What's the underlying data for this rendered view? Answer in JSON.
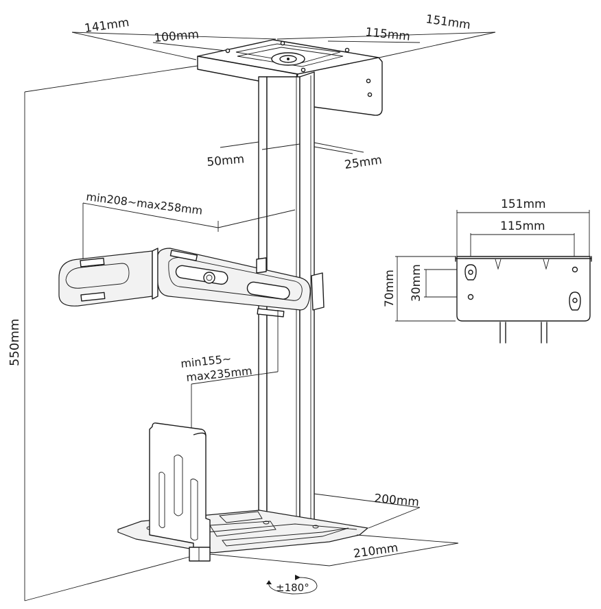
{
  "dimensions": {
    "top_depth": "141mm",
    "top_inner_depth": "100mm",
    "top_width": "151mm",
    "top_inner_width": "115mm",
    "pole_width": "50mm",
    "pole_depth": "25mm",
    "arm_range": "min208~max258mm",
    "height_range_line1": "min155~",
    "height_range_line2": "max235mm",
    "total_height": "550mm",
    "base_width": "200mm",
    "base_depth": "210mm",
    "rotation": "±180°"
  },
  "detail": {
    "width": "151mm",
    "hole_spacing_x": "115mm",
    "height": "70mm",
    "hole_spacing_y": "30mm"
  },
  "colors": {
    "line": "#1a1a1a",
    "background": "#ffffff"
  }
}
